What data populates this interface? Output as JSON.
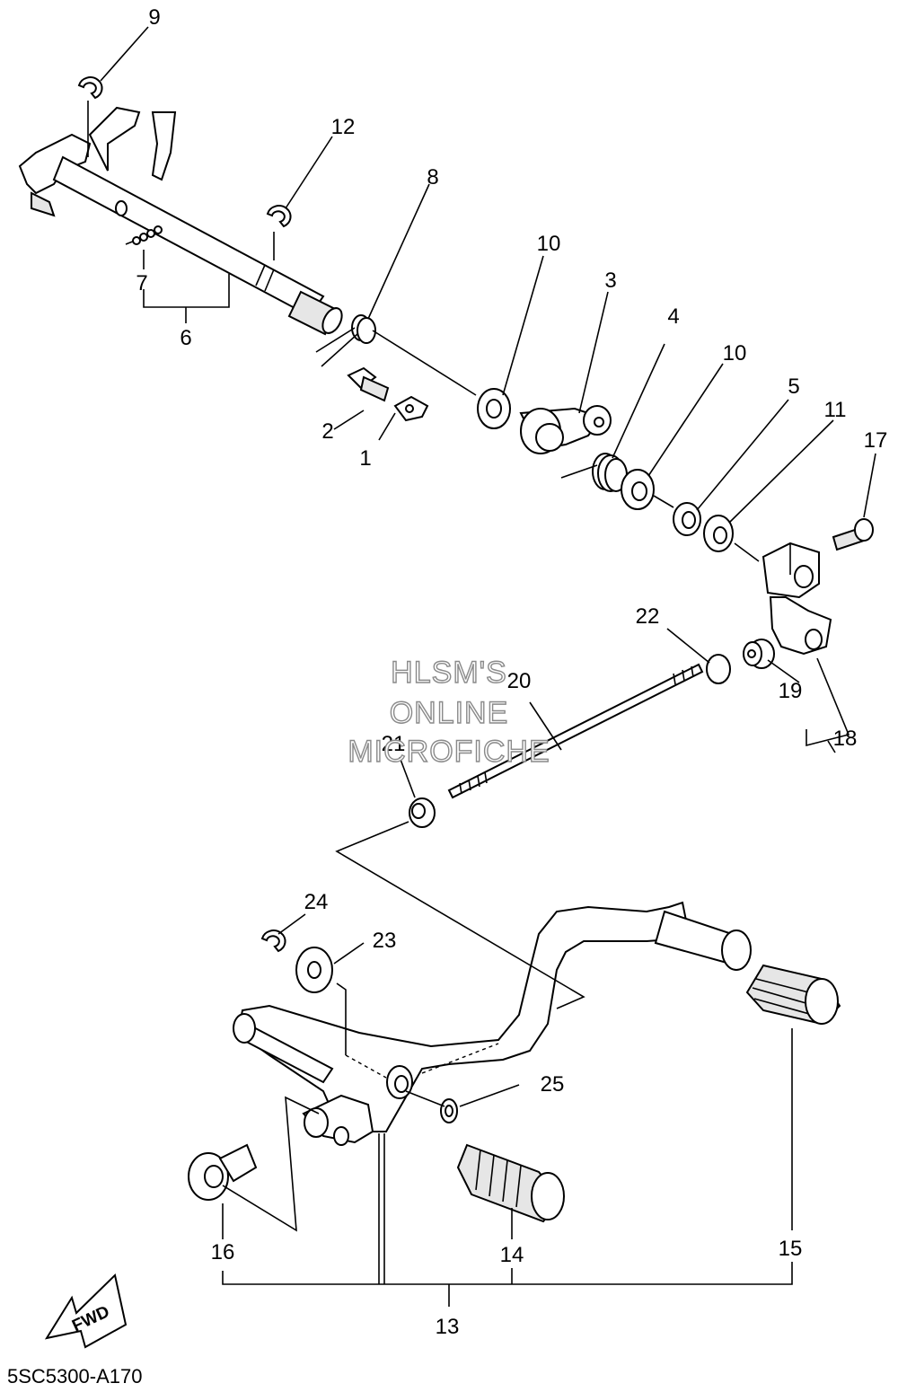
{
  "diagram": {
    "code": "5SC5300-A170",
    "watermark": [
      "HLSM'S",
      "ONLINE",
      "MICROFICHE"
    ],
    "fwd_label": "FWD",
    "callouts": {
      "c1": "1",
      "c2": "2",
      "c3": "3",
      "c4": "4",
      "c5": "5",
      "c6": "6",
      "c7": "7",
      "c8": "8",
      "c9": "9",
      "c10a": "10",
      "c10b": "10",
      "c11": "11",
      "c12": "12",
      "c13": "13",
      "c14": "14",
      "c15": "15",
      "c16": "16",
      "c17": "17",
      "c18": "18",
      "c19": "19",
      "c20": "20",
      "c21": "21",
      "c22": "22",
      "c23": "23",
      "c24": "24",
      "c25": "25"
    }
  }
}
